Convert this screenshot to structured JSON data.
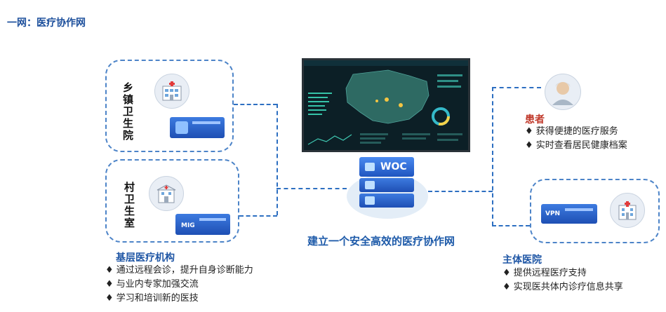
{
  "title": "一网：医疗协作网",
  "township": {
    "label": "乡镇卫生院"
  },
  "village": {
    "label": "村卫生室",
    "device_label": "MIG"
  },
  "woc": {
    "label": "WOC"
  },
  "caption": "建立一个安全高效的医疗协作网",
  "primary": {
    "heading": "基层医疗机构",
    "items": [
      "通过远程会诊，提升自身诊断能力",
      "与业内专家加强交流",
      "学习和培训新的医技"
    ]
  },
  "patient": {
    "heading": "患者",
    "items": [
      "获得便捷的医疗服务",
      "实时查看居民健康档案"
    ]
  },
  "hospital": {
    "heading": "主体医院",
    "items": [
      "提供远程医疗支持",
      "实现医共体内诊疗信息共享"
    ]
  },
  "vpn": {
    "label": "VPN"
  },
  "colors": {
    "accent": "#1f56a5",
    "dash": "#2d6fc1",
    "device": "#2b63c9"
  }
}
